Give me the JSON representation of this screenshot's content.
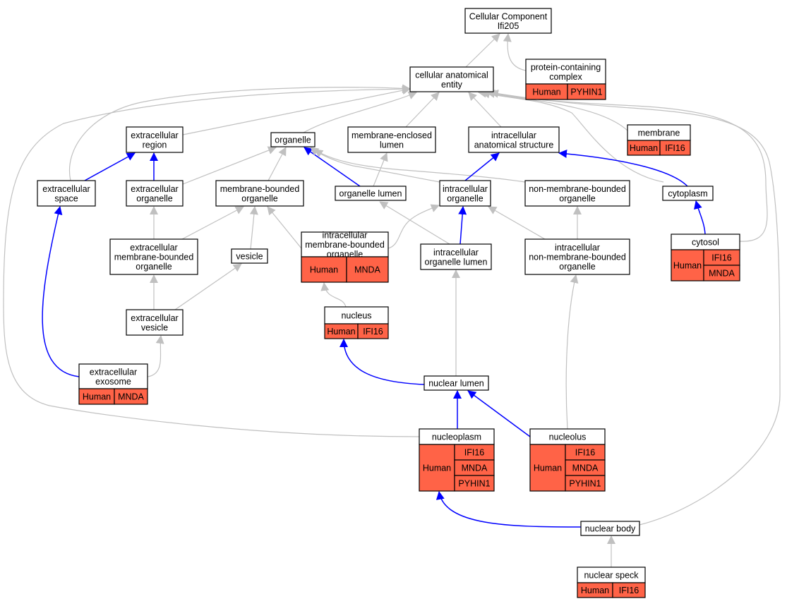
{
  "colors": {
    "is_a_edge": "#c0c0c0",
    "part_of_edge": "#0000ff",
    "annotation_fill": "#ff6347",
    "node_fill": "#ffffff",
    "node_stroke": "#000000"
  },
  "nodes": [
    {
      "id": "cellular-component",
      "lines": [
        "Cellular Component",
        "Ifi205"
      ]
    },
    {
      "id": "cellular-anatomical-entity",
      "lines": [
        "cellular anatomical",
        "entity"
      ]
    },
    {
      "id": "protein-containing-complex",
      "lines": [
        "protein-containing",
        "complex"
      ],
      "annotation": {
        "species": "Human",
        "genes": [
          "PYHIN1"
        ]
      }
    },
    {
      "id": "extracellular-region",
      "lines": [
        "extracellular",
        "region"
      ]
    },
    {
      "id": "organelle",
      "lines": [
        "organelle"
      ]
    },
    {
      "id": "membrane-enclosed-lumen",
      "lines": [
        "membrane-enclosed",
        "lumen"
      ]
    },
    {
      "id": "intracellular-anatomical-structure",
      "lines": [
        "intracellular",
        "anatomical structure"
      ]
    },
    {
      "id": "membrane",
      "lines": [
        "membrane"
      ],
      "annotation": {
        "species": "Human",
        "genes": [
          "IFI16"
        ]
      }
    },
    {
      "id": "extracellular-space",
      "lines": [
        "extracellular",
        "space"
      ]
    },
    {
      "id": "extracellular-organelle",
      "lines": [
        "extracellular",
        "organelle"
      ]
    },
    {
      "id": "membrane-bounded-organelle",
      "lines": [
        "membrane-bounded",
        "organelle"
      ]
    },
    {
      "id": "organelle-lumen",
      "lines": [
        "organelle lumen"
      ]
    },
    {
      "id": "intracellular-organelle",
      "lines": [
        "intracellular",
        "organelle"
      ]
    },
    {
      "id": "non-membrane-bounded-organelle",
      "lines": [
        "non-membrane-bounded",
        "organelle"
      ]
    },
    {
      "id": "cytoplasm",
      "lines": [
        "cytoplasm"
      ]
    },
    {
      "id": "extracellular-membrane-bounded-organelle",
      "lines": [
        "extracellular",
        "membrane-bounded",
        "organelle"
      ]
    },
    {
      "id": "vesicle",
      "lines": [
        "vesicle"
      ]
    },
    {
      "id": "intracellular-membrane-bounded-organelle",
      "lines": [
        "intracellular",
        "membrane-bounded",
        "organelle"
      ],
      "annotation": {
        "species": "Human",
        "genes": [
          "MNDA"
        ]
      }
    },
    {
      "id": "intracellular-organelle-lumen",
      "lines": [
        "intracellular",
        "organelle lumen"
      ]
    },
    {
      "id": "intracellular-non-membrane-bounded-organelle",
      "lines": [
        "intracellular",
        "non-membrane-bounded",
        "organelle"
      ]
    },
    {
      "id": "cytosol",
      "lines": [
        "cytosol"
      ],
      "annotation": {
        "species": "Human",
        "genes": [
          "IFI16",
          "MNDA"
        ]
      }
    },
    {
      "id": "extracellular-vesicle",
      "lines": [
        "extracellular",
        "vesicle"
      ]
    },
    {
      "id": "nucleus",
      "lines": [
        "nucleus"
      ],
      "annotation": {
        "species": "Human",
        "genes": [
          "IFI16"
        ]
      }
    },
    {
      "id": "extracellular-exosome",
      "lines": [
        "extracellular",
        "exosome"
      ],
      "annotation": {
        "species": "Human",
        "genes": [
          "MNDA"
        ]
      }
    },
    {
      "id": "nuclear-lumen",
      "lines": [
        "nuclear lumen"
      ]
    },
    {
      "id": "nucleoplasm",
      "lines": [
        "nucleoplasm"
      ],
      "annotation": {
        "species": "Human",
        "genes": [
          "IFI16",
          "MNDA",
          "PYHIN1"
        ]
      }
    },
    {
      "id": "nucleolus",
      "lines": [
        "nucleolus"
      ],
      "annotation": {
        "species": "Human",
        "genes": [
          "IFI16",
          "MNDA",
          "PYHIN1"
        ]
      }
    },
    {
      "id": "nuclear-body",
      "lines": [
        "nuclear body"
      ]
    },
    {
      "id": "nuclear-speck",
      "lines": [
        "nuclear speck"
      ],
      "annotation": {
        "species": "Human",
        "genes": [
          "IFI16"
        ]
      }
    }
  ],
  "edges": [
    {
      "from": "cellular-anatomical-entity",
      "to": "cellular-component",
      "relation": "is_a"
    },
    {
      "from": "protein-containing-complex",
      "to": "cellular-component",
      "relation": "is_a"
    },
    {
      "from": "extracellular-region",
      "to": "cellular-anatomical-entity",
      "relation": "is_a"
    },
    {
      "from": "organelle",
      "to": "cellular-anatomical-entity",
      "relation": "is_a"
    },
    {
      "from": "membrane-enclosed-lumen",
      "to": "cellular-anatomical-entity",
      "relation": "is_a"
    },
    {
      "from": "intracellular-anatomical-structure",
      "to": "cellular-anatomical-entity",
      "relation": "is_a"
    },
    {
      "from": "membrane",
      "to": "cellular-anatomical-entity",
      "relation": "is_a"
    },
    {
      "from": "extracellular-space",
      "to": "cellular-anatomical-entity",
      "relation": "is_a"
    },
    {
      "from": "cytoplasm",
      "to": "cellular-anatomical-entity",
      "relation": "is_a"
    },
    {
      "from": "cytosol",
      "to": "cellular-anatomical-entity",
      "relation": "is_a"
    },
    {
      "from": "nucleoplasm",
      "to": "cellular-anatomical-entity",
      "relation": "is_a"
    },
    {
      "from": "nuclear-body",
      "to": "cellular-anatomical-entity",
      "relation": "is_a"
    },
    {
      "from": "extracellular-space",
      "to": "extracellular-region",
      "relation": "part_of"
    },
    {
      "from": "extracellular-organelle",
      "to": "extracellular-region",
      "relation": "part_of"
    },
    {
      "from": "extracellular-organelle",
      "to": "organelle",
      "relation": "is_a"
    },
    {
      "from": "membrane-bounded-organelle",
      "to": "organelle",
      "relation": "is_a"
    },
    {
      "from": "organelle-lumen",
      "to": "organelle",
      "relation": "part_of"
    },
    {
      "from": "intracellular-organelle",
      "to": "organelle",
      "relation": "is_a"
    },
    {
      "from": "non-membrane-bounded-organelle",
      "to": "organelle",
      "relation": "is_a"
    },
    {
      "from": "organelle-lumen",
      "to": "membrane-enclosed-lumen",
      "relation": "is_a"
    },
    {
      "from": "intracellular-organelle",
      "to": "intracellular-anatomical-structure",
      "relation": "part_of"
    },
    {
      "from": "cytoplasm",
      "to": "intracellular-anatomical-structure",
      "relation": "part_of"
    },
    {
      "from": "cytosol",
      "to": "cytoplasm",
      "relation": "part_of"
    },
    {
      "from": "extracellular-membrane-bounded-organelle",
      "to": "extracellular-organelle",
      "relation": "is_a"
    },
    {
      "from": "extracellular-membrane-bounded-organelle",
      "to": "membrane-bounded-organelle",
      "relation": "is_a"
    },
    {
      "from": "vesicle",
      "to": "membrane-bounded-organelle",
      "relation": "is_a"
    },
    {
      "from": "intracellular-membrane-bounded-organelle",
      "to": "membrane-bounded-organelle",
      "relation": "is_a"
    },
    {
      "from": "intracellular-membrane-bounded-organelle",
      "to": "intracellular-organelle",
      "relation": "is_a"
    },
    {
      "from": "intracellular-organelle-lumen",
      "to": "organelle-lumen",
      "relation": "is_a"
    },
    {
      "from": "intracellular-organelle-lumen",
      "to": "intracellular-organelle",
      "relation": "part_of"
    },
    {
      "from": "intracellular-non-membrane-bounded-organelle",
      "to": "intracellular-organelle",
      "relation": "is_a"
    },
    {
      "from": "intracellular-non-membrane-bounded-organelle",
      "to": "non-membrane-bounded-organelle",
      "relation": "is_a"
    },
    {
      "from": "extracellular-vesicle",
      "to": "extracellular-membrane-bounded-organelle",
      "relation": "is_a"
    },
    {
      "from": "extracellular-vesicle",
      "to": "vesicle",
      "relation": "is_a"
    },
    {
      "from": "nucleus",
      "to": "intracellular-membrane-bounded-organelle",
      "relation": "is_a"
    },
    {
      "from": "extracellular-exosome",
      "to": "extracellular-space",
      "relation": "part_of"
    },
    {
      "from": "extracellular-exosome",
      "to": "extracellular-vesicle",
      "relation": "is_a"
    },
    {
      "from": "nuclear-lumen",
      "to": "nucleus",
      "relation": "part_of"
    },
    {
      "from": "nuclear-lumen",
      "to": "intracellular-organelle-lumen",
      "relation": "is_a"
    },
    {
      "from": "nucleoplasm",
      "to": "nuclear-lumen",
      "relation": "part_of"
    },
    {
      "from": "nucleolus",
      "to": "nuclear-lumen",
      "relation": "part_of"
    },
    {
      "from": "nucleolus",
      "to": "intracellular-non-membrane-bounded-organelle",
      "relation": "is_a"
    },
    {
      "from": "nuclear-body",
      "to": "nucleoplasm",
      "relation": "part_of"
    },
    {
      "from": "nuclear-speck",
      "to": "nuclear-body",
      "relation": "is_a"
    }
  ]
}
